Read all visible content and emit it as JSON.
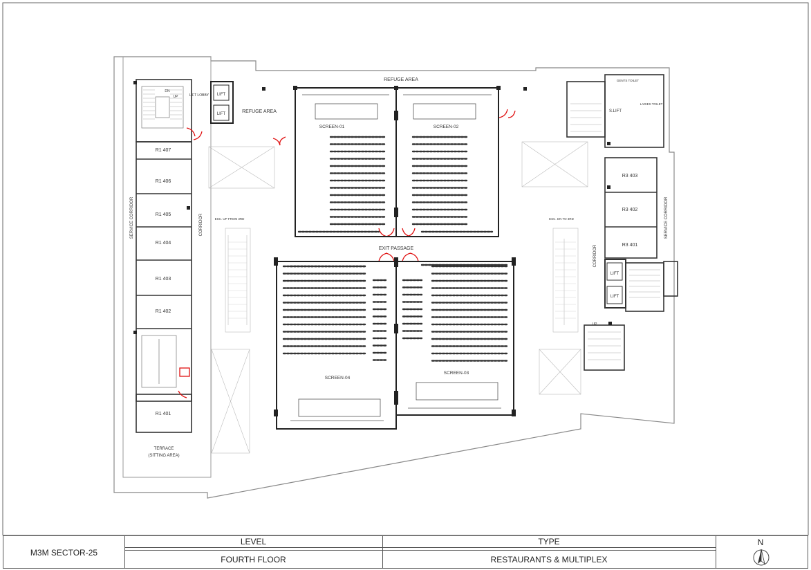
{
  "project": {
    "name": "M3M SECTOR-25"
  },
  "title_block": {
    "level_header": "LEVEL",
    "level_value": "FOURTH FLOOR",
    "type_header": "TYPE",
    "type_value": "RESTAURANTS & MULTIPLEX",
    "north_label": "N"
  },
  "plan": {
    "refuge_area_top": "REFUGE AREA",
    "refuge_area_left": "REFUGE AREA",
    "lift_lobby": "LIFT LOBBY",
    "lift": "LIFT",
    "service_lift": "S.LIFT",
    "service_corridor": "SERVICE CORRIDOR",
    "corridor": "CORRIDOR",
    "exit_passage": "EXIT PASSAGE",
    "terrace": [
      "TERRACE",
      "(SITTING AREA)"
    ],
    "gents_toilet": "GENTS TOILET",
    "ladies_toilet": "LADIES TOILET",
    "screens": [
      "SCREEN-01",
      "SCREEN-02",
      "SCREEN-03",
      "SCREEN-04"
    ],
    "units_left": [
      "R1 407",
      "R1 406",
      "R1 405",
      "R1 404",
      "R1 403",
      "R1 402",
      "R1 401"
    ],
    "units_right": [
      "R3 403",
      "R3 402",
      "R3 401"
    ],
    "escalator_left": "ESC. UP FROM 3RD",
    "escalator_right": "ESC. DN TO 3RD",
    "stair_dn": "DN",
    "stair_up": "UP"
  }
}
